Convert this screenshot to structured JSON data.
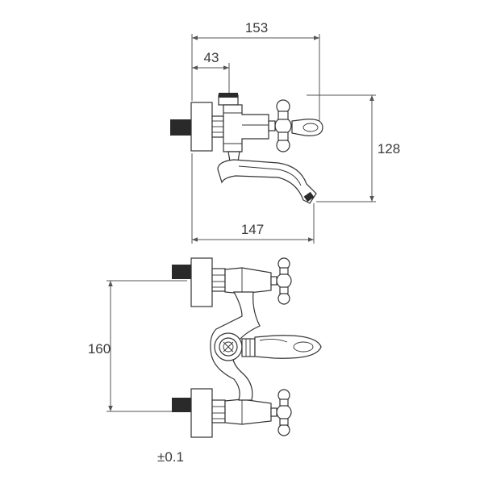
{
  "dimensions": {
    "top_overall_width": "153",
    "top_inlet_offset": "43",
    "top_height": "128",
    "top_spout_width": "147",
    "bottom_centers": "160",
    "tolerance": "±0.1"
  },
  "colors": {
    "line": "#333333",
    "dimension_line": "#555555",
    "thread_fill": "#2a2a2a",
    "background": "#ffffff"
  }
}
